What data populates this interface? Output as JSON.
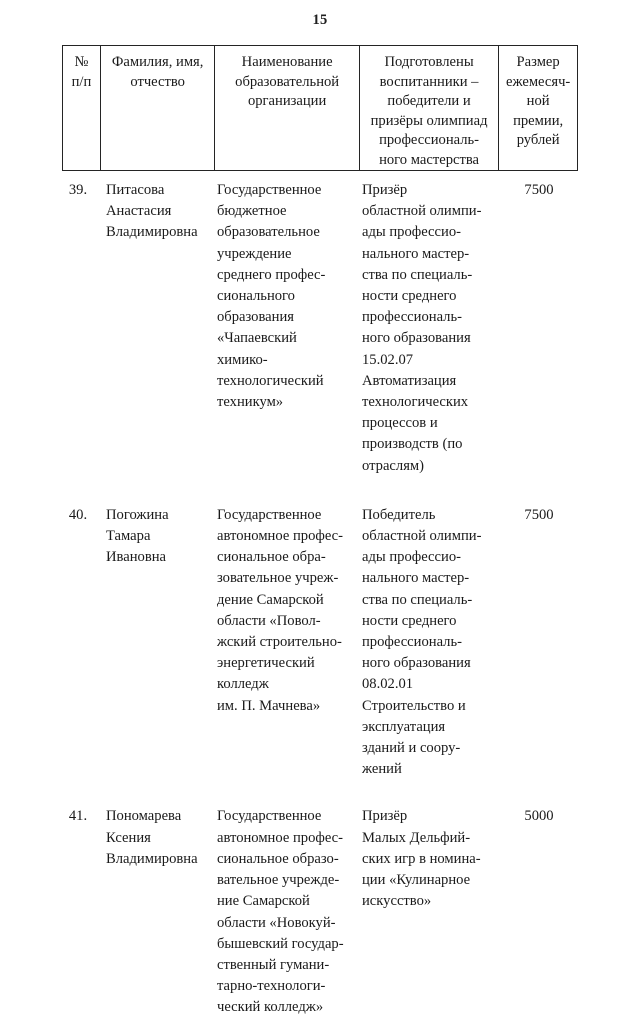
{
  "page": {
    "number": "15"
  },
  "table": {
    "headers": [
      {
        "id": "col-number",
        "lines": [
          "№",
          "п/п"
        ]
      },
      {
        "id": "col-name",
        "lines": [
          "Фамилия, имя,",
          "отчество"
        ]
      },
      {
        "id": "col-org",
        "lines": [
          "Наименование",
          "образовательной",
          "организации"
        ]
      },
      {
        "id": "col-achievement",
        "lines": [
          "Подготовлены",
          "воспитанники –",
          "победители и",
          "призёры олимпиад",
          "профессиональ-",
          "ного мастерства"
        ]
      },
      {
        "id": "col-amount",
        "lines": [
          "Размер",
          "ежемесяч-",
          "ной премии,",
          "рублей"
        ]
      }
    ],
    "rows": [
      {
        "number": "39.",
        "name": [
          "Питасова",
          "Анастасия",
          "Владимировна"
        ],
        "organization": [
          "Государственное",
          "бюджетное",
          "образовательное",
          "учреждение",
          "среднего профес-",
          "сионального",
          "образования",
          "«Чапаевский",
          "химико-",
          "технологический",
          "техникум»"
        ],
        "achievement": [
          "Призёр",
          "областной олимпи-",
          "ады профессио-",
          "нального мастер-",
          "ства по специаль-",
          "ности среднего",
          "профессиональ-",
          "ного образования",
          "15.02.07",
          "Автоматизация",
          "технологических",
          "процессов и",
          "производств (по",
          "отраслям)"
        ],
        "amount": "7500"
      },
      {
        "number": "40.",
        "name": [
          "Погожина",
          "Тамара",
          "Ивановна"
        ],
        "organization": [
          "Государственное",
          "автономное профес-",
          "сиональное обра-",
          "зовательное учреж-",
          "дение Самарской",
          "области «Повол-",
          "жский строительно-",
          "энергетический",
          "колледж",
          "им. П. Мачнева»"
        ],
        "achievement": [
          "Победитель",
          "областной олимпи-",
          "ады профессио-",
          "нального мастер-",
          "ства по специаль-",
          "ности среднего",
          "профессиональ-",
          "ного образования",
          "08.02.01",
          "Строительство и",
          "эксплуатация",
          "зданий и соору-",
          "жений"
        ],
        "amount": "7500"
      },
      {
        "number": "41.",
        "name": [
          "Пономарева",
          "Ксения",
          "Владимировна"
        ],
        "organization": [
          "Государственное",
          "автономное профес-",
          "сиональное образо-",
          "вательное учрежде-",
          "ние Самарской",
          "области «Новокуй-",
          "бышевский государ-",
          "ственный гумани-",
          "тарно-технологи-",
          "ческий колледж»"
        ],
        "achievement": [
          "Призёр",
          "Малых Дельфий-",
          "ских игр в номина-",
          "ции «Кулинарное",
          "искусство»"
        ],
        "amount": "5000"
      }
    ]
  }
}
